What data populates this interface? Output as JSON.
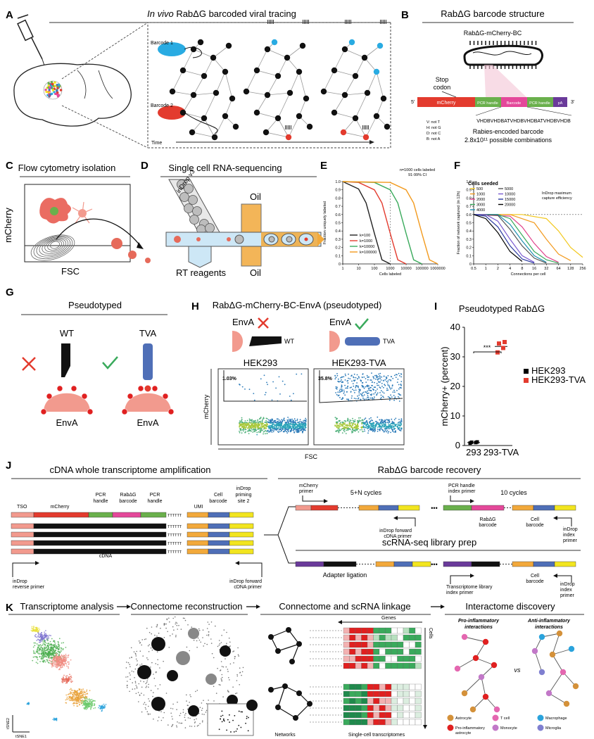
{
  "panels": {
    "A": {
      "letter": "A",
      "title_prefix": "In vivo",
      "title_rest": " RabΔG barcoded viral tracing",
      "barcode1": "Barcode 1",
      "barcode2": "Barcode 2",
      "time": "Time"
    },
    "B": {
      "letter": "B",
      "title": "RabΔG barcode structure",
      "virus_label": "RabΔG-mCherry-BC",
      "stop_codon_1": "Stop",
      "stop_codon_2": "codon",
      "five_prime": "5'",
      "three_prime": "3'",
      "seg_mcherry": "mCherry",
      "seg_pcr1": "PCR handle",
      "seg_barcode": "Barcode",
      "seg_pcr2": "PCR handle",
      "seg_pa": "pA",
      "code_line": "VHDBVHDBATVHDBVHDBATVHDBVHDB",
      "key_v": "V: not T",
      "key_h": "H: not G",
      "key_d": "D: not C",
      "key_b": "B: not A",
      "rabies_barcode": "Rabies-encoded barcode",
      "combos": "2.8x10¹¹ possible combinations"
    },
    "C": {
      "letter": "C",
      "title": "Flow cytometry isolation",
      "ylabel": "mCherry",
      "xlabel": "FSC"
    },
    "D": {
      "letter": "D",
      "title": "Single cell RNA-sequencing",
      "indrop": "inDrop v3",
      "oil_top": "Oil",
      "oil_bottom": "Oil",
      "rt": "RT reagents"
    },
    "E": {
      "letter": "E",
      "annotation_1": "n=1000 cells labeled",
      "annotation_2": "91-99% CI"
    },
    "F": {
      "letter": "F",
      "legend_title": "Cells seeded",
      "note_1": "InDrop maximum",
      "note_2": "capture efficiency"
    },
    "G": {
      "letter": "G",
      "title": "Pseudotyped",
      "wt": "WT",
      "tva": "TVA",
      "enva_left": "EnvA",
      "enva_right": "EnvA"
    },
    "H": {
      "letter": "H",
      "title": "RabΔG-mCherry-BC-EnvA (pseudotyped)",
      "enva_1": "EnvA",
      "enva_2": "EnvA",
      "wt": "WT",
      "tva": "TVA",
      "plot1_title": "HEK293",
      "plot2_title": "HEK293-TVA",
      "plot1_pct": "1.03%",
      "plot2_pct": "35.8%",
      "ylabel": "mCherry",
      "xlabel": "FSC"
    },
    "I": {
      "letter": "I",
      "title": "Pseudotyped RabΔG",
      "stars": "***"
    },
    "J": {
      "letter": "J",
      "left_title": "cDNA whole transcriptome amplification",
      "tso": "TSO",
      "mcherry": "mCherry",
      "pcr_handle_a1": "PCR",
      "pcr_handle_a2": "handle",
      "rab_barcode_1": "RabΔG",
      "rab_barcode_2": "barcode",
      "pcr_handle_b1": "PCR",
      "pcr_handle_b2": "handle",
      "umi": "UMI",
      "cell_barcode_1": "Cell",
      "cell_barcode_2": "barcode",
      "indrop_site_1": "inDrop",
      "indrop_site_2": "priming",
      "indrop_site_3": "site 2",
      "polyt": "TTTTTT",
      "cdna": "cDNA",
      "rev_primer_1": "inDrop",
      "rev_primer_2": "reverse primer",
      "fwd_primer_1": "inDrop forward",
      "fwd_primer_2": "cDNA primer",
      "recovery_title": "RabΔG barcode recovery",
      "mcherry_primer_1": "mCherry",
      "mcherry_primer_2": "primer",
      "cycles_a": "5+N cycles",
      "fwd_primer_b1": "inDrop forward",
      "fwd_primer_b2": "cDNA primer",
      "ellipsis_1": "•••",
      "pcr_index_1": "PCR handle",
      "pcr_index_2": "index primer",
      "cycles_b": "10 cycles",
      "rab_barcode_b1": "RabΔG",
      "rab_barcode_b2": "barcode",
      "cell_barcode_b1": "Cell",
      "cell_barcode_b2": "barcode",
      "indrop_index_1": "inDrop",
      "indrop_index_2": "index",
      "indrop_index_3": "primer",
      "lib_title": "scRNA-seq library prep",
      "adapter": "Adapter ligation",
      "ellipsis_2": "•••",
      "tx_index_1": "Transcriptome library",
      "tx_index_2": "index primer",
      "cell_barcode_c1": "Cell",
      "cell_barcode_c2": "barcode",
      "indrop_index_c1": "inDrop",
      "indrop_index_c2": "index",
      "indrop_index_c3": "primer"
    },
    "K": {
      "letter": "K",
      "title_tx": "Transcriptome analysis",
      "title_conn": "Connectome reconstruction",
      "title_link": "Connectome and scRNA linkage",
      "title_inter": "Interactome discovery",
      "tsne1": "tSNE1",
      "tsne2": "tSNE2",
      "genes": "Genes",
      "cells": "Cells",
      "networks": "Networks",
      "transcriptomes": "Single-cell transcriptomes",
      "pro": "Pro-inflammatory",
      "pro_2": "interactions",
      "anti": "Anti-inflammatory",
      "anti_2": "interactions",
      "vs": "vs",
      "legend": [
        {
          "label": "Astrocyte",
          "color": "#d4913a"
        },
        {
          "label": "T cell",
          "color": "#e467b0"
        },
        {
          "label": "Macrophage",
          "color": "#2aa3dc"
        },
        {
          "label": "Pro-inflammatory",
          "label2": "astrocyte",
          "color": "#e02020"
        },
        {
          "label": "Monocyte",
          "color": "#c278c8"
        },
        {
          "label": "Microglia",
          "color": "#7f7fd0"
        }
      ]
    }
  },
  "colors": {
    "red": "#e33b2e",
    "green_dna": "#6ab04c",
    "pink": "#e4489a",
    "purple": "#6a3a9a",
    "orange": "#f2a93b",
    "blue": "#4f6fb7",
    "yellow": "#f2e51f",
    "salmon": "#f29a8e",
    "cyan": "#29abe2"
  },
  "chart_data": [
    {
      "type": "line",
      "panel": "E",
      "xscale": "log",
      "xlim": [
        1,
        1000000
      ],
      "ylim": [
        0,
        1.0
      ],
      "xticks": [
        "1",
        "10",
        "100",
        "1000",
        "10000",
        "100000",
        "1000000"
      ],
      "yticks": [
        "0",
        "0.1",
        "0.2",
        "0.3",
        "0.4",
        "0.5",
        "0.6",
        "0.7",
        "0.8",
        "0.9",
        "1.0"
      ],
      "ylabel": "Fraction uniquely labeled",
      "xlabel": "Cells labeled",
      "series": [
        {
          "name": "k=100",
          "color": "#222222",
          "x": [
            1,
            10,
            30,
            100,
            300,
            1000
          ],
          "y": [
            1.0,
            0.91,
            0.74,
            0.37,
            0.05,
            0.0
          ]
        },
        {
          "name": "k=1000",
          "color": "#e33b2e",
          "x": [
            1,
            10,
            100,
            300,
            1000,
            3000,
            10000
          ],
          "y": [
            1.0,
            0.99,
            0.9,
            0.74,
            0.37,
            0.05,
            0.0
          ]
        },
        {
          "name": "k=10000",
          "color": "#3aaa5c",
          "x": [
            1,
            100,
            1000,
            3000,
            10000,
            30000,
            100000
          ],
          "y": [
            1.0,
            0.99,
            0.9,
            0.74,
            0.37,
            0.05,
            0.0
          ]
        },
        {
          "name": "k=100000",
          "color": "#f29a1e",
          "x": [
            1,
            1000,
            10000,
            30000,
            100000,
            300000,
            1000000
          ],
          "y": [
            1.0,
            0.99,
            0.9,
            0.74,
            0.37,
            0.05,
            0.0
          ]
        }
      ]
    },
    {
      "type": "line",
      "panel": "F",
      "xscale": "log2",
      "xticks": [
        "0.5",
        "1",
        "2",
        "4",
        "8",
        "16",
        "32",
        "64",
        "128",
        "256"
      ],
      "xtick_values": [
        0.5,
        1,
        2,
        4,
        8,
        16,
        32,
        64,
        128,
        256
      ],
      "ylim": [
        0,
        1.0
      ],
      "yticks": [
        "0",
        "0.1",
        "0.2",
        "0.3",
        "0.4",
        "0.5",
        "0.6",
        "0.7",
        "0.8",
        "0.9",
        "1.0"
      ],
      "ylabel": "Fraction of network captured (in 12h)",
      "xlabel": "Connections per cell",
      "plateau": 0.6,
      "series": [
        {
          "name": "500",
          "color": "#f2c81e",
          "x": [
            0.5,
            8,
            32,
            64,
            128,
            256
          ],
          "y": [
            0.6,
            0.6,
            0.55,
            0.4,
            0.2,
            0.08
          ]
        },
        {
          "name": "1000",
          "color": "#f29a1e",
          "x": [
            0.5,
            4,
            16,
            32,
            64,
            128
          ],
          "y": [
            0.6,
            0.6,
            0.5,
            0.3,
            0.12,
            0.04
          ]
        },
        {
          "name": "2000",
          "color": "#e0408a",
          "x": [
            0.5,
            4,
            8,
            16,
            32,
            64
          ],
          "y": [
            0.6,
            0.58,
            0.45,
            0.25,
            0.09,
            0.02
          ]
        },
        {
          "name": "3000",
          "color": "#3aaa5c",
          "x": [
            0.5,
            2,
            4,
            8,
            16,
            32,
            64
          ],
          "y": [
            0.6,
            0.6,
            0.55,
            0.35,
            0.15,
            0.05,
            0.01
          ]
        },
        {
          "name": "4000",
          "color": "#1f8fb0",
          "x": [
            0.5,
            2,
            4,
            8,
            16,
            32
          ],
          "y": [
            0.6,
            0.6,
            0.48,
            0.28,
            0.1,
            0.02
          ]
        },
        {
          "name": "5000",
          "color": "#555555",
          "x": [
            0.5,
            2,
            4,
            8,
            16,
            32
          ],
          "y": [
            0.6,
            0.59,
            0.42,
            0.22,
            0.07,
            0.01
          ]
        },
        {
          "name": "10000",
          "color": "#7a5ad0",
          "x": [
            0.5,
            1,
            2,
            4,
            8,
            16
          ],
          "y": [
            0.6,
            0.6,
            0.52,
            0.3,
            0.1,
            0.02
          ]
        },
        {
          "name": "15000",
          "color": "#2a3aa0",
          "x": [
            0.5,
            1,
            2,
            4,
            8,
            16
          ],
          "y": [
            0.6,
            0.58,
            0.45,
            0.22,
            0.06,
            0.01
          ]
        },
        {
          "name": "20000",
          "color": "#000000",
          "x": [
            0.5,
            1,
            2,
            4,
            8
          ],
          "y": [
            0.6,
            0.55,
            0.38,
            0.15,
            0.03
          ]
        }
      ]
    },
    {
      "type": "bar",
      "panel": "I",
      "categories": [
        "293",
        "293-TVA"
      ],
      "series": [
        {
          "name": "HEK293",
          "color": "#000000",
          "mean": 1.0,
          "points": [
            0.8,
            1.0,
            1.1,
            1.2
          ]
        },
        {
          "name": "HEK293-TVA",
          "color": "#e33b2e",
          "mean": 33.5,
          "points": [
            31.5,
            33.0,
            34.5,
            35.0
          ]
        }
      ],
      "ylabel": "mCherry+ (percent)",
      "ylim": [
        0,
        40
      ],
      "yticks": [
        "0",
        "10",
        "20",
        "30",
        "40"
      ]
    }
  ]
}
